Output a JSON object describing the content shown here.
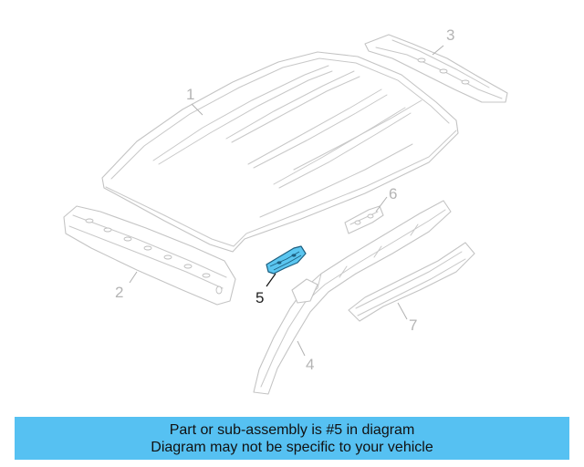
{
  "diagram": {
    "callouts": {
      "part1": "1",
      "part2": "2",
      "part3": "3",
      "part4": "4",
      "part5": "5",
      "part6": "6",
      "part7": "7"
    },
    "highlighted_part": "5",
    "colors": {
      "highlight_fill": "#5bc6f0",
      "line_art": "#c4c4c4",
      "banner_background": "#56c1f2"
    }
  },
  "banner": {
    "line1": "Part or sub-assembly is #5 in diagram",
    "line2": "Diagram may not be specific to your vehicle"
  }
}
